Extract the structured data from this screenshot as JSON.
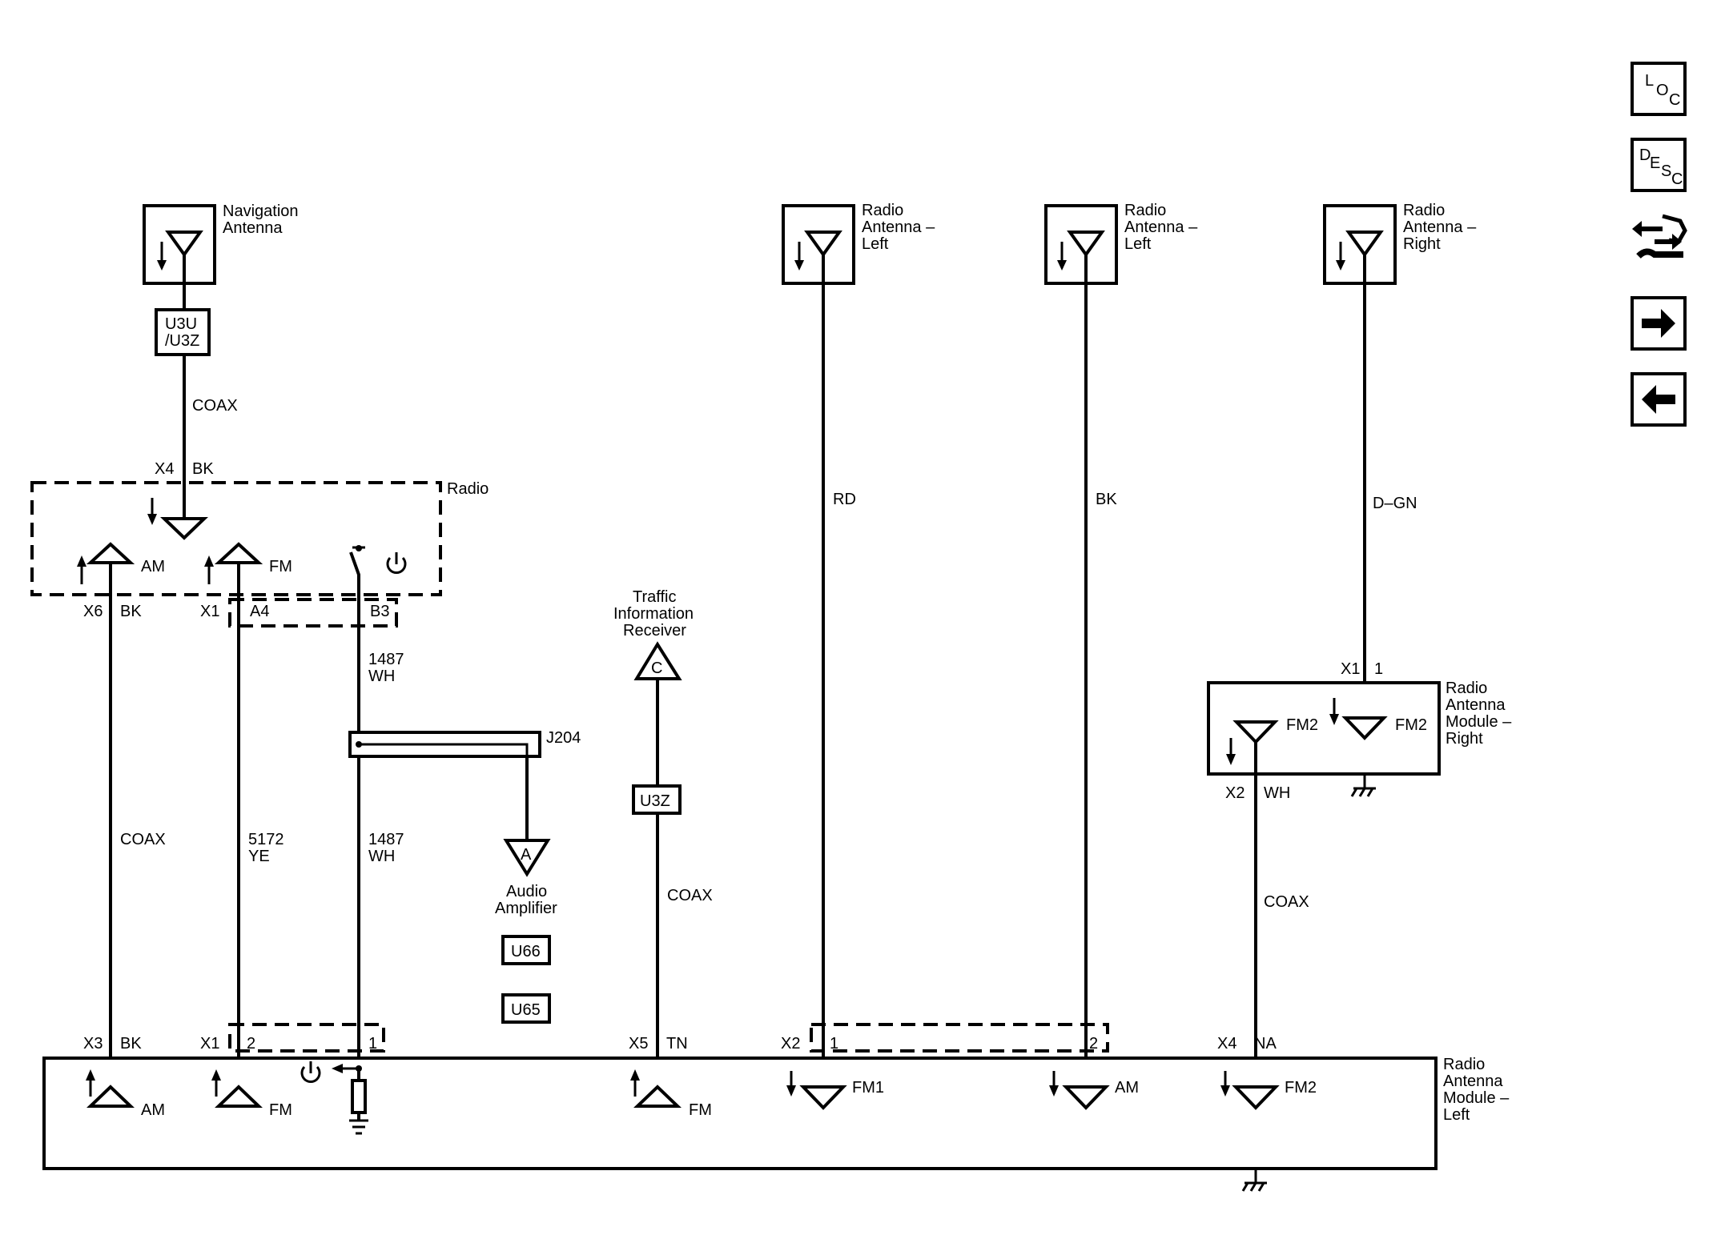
{
  "side_nav": {
    "loc": {
      "l1": "L",
      "l2": "O",
      "l3": "C"
    },
    "desc": {
      "l1": "D",
      "l2": "E",
      "l3": "S",
      "l4": "C"
    }
  },
  "nav_antenna": {
    "label1": "Navigation",
    "label2": "Antenna"
  },
  "u3u": {
    "l1": "U3U",
    "l2": "/U3Z"
  },
  "coax": "COAX",
  "radio": {
    "title": "Radio",
    "x4": "X4",
    "bk": "BK",
    "am": "AM",
    "fm": "FM",
    "x6": "X6",
    "x1": "X1",
    "a4": "A4",
    "b3": "B3"
  },
  "wire_1487": {
    "num": "1487",
    "color": "WH"
  },
  "wire_5172": {
    "num": "5172",
    "color": "YE"
  },
  "j204": "J204",
  "audio_amp": {
    "letter": "A",
    "l1": "Audio",
    "l2": "Amplifier"
  },
  "u66": "U66",
  "u65": "U65",
  "tir": {
    "l1": "Traffic",
    "l2": "Information",
    "l3": "Receiver",
    "letter": "C"
  },
  "u3z": "U3Z",
  "ant_left_1": {
    "l1": "Radio",
    "l2": "Antenna –",
    "l3": "Left",
    "wire": "RD"
  },
  "ant_left_2": {
    "l1": "Radio",
    "l2": "Antenna –",
    "l3": "Left",
    "wire": "BK"
  },
  "ant_right": {
    "l1": "Radio",
    "l2": "Antenna –",
    "l3": "Right",
    "wire": "D–GN"
  },
  "ramr": {
    "l1": "Radio",
    "l2": "Antenna",
    "l3": "Module –",
    "l4": "Right",
    "x1": "X1",
    "pin1": "1",
    "fm2a": "FM2",
    "fm2b": "FM2",
    "x2": "X2",
    "wh": "WH"
  },
  "raml": {
    "l1": "Radio",
    "l2": "Antenna",
    "l3": "Module –",
    "l4": "Left",
    "x3": "X3",
    "bk": "BK",
    "x1": "X1",
    "pin2": "2",
    "pin1": "1",
    "x5": "X5",
    "tn": "TN",
    "x2": "X2",
    "p1": "1",
    "p2": "2",
    "x4": "X4",
    "na": "NA",
    "am": "AM",
    "fm": "FM",
    "fm_t": "FM",
    "fm1": "FM1",
    "am2": "AM",
    "fm2": "FM2"
  }
}
